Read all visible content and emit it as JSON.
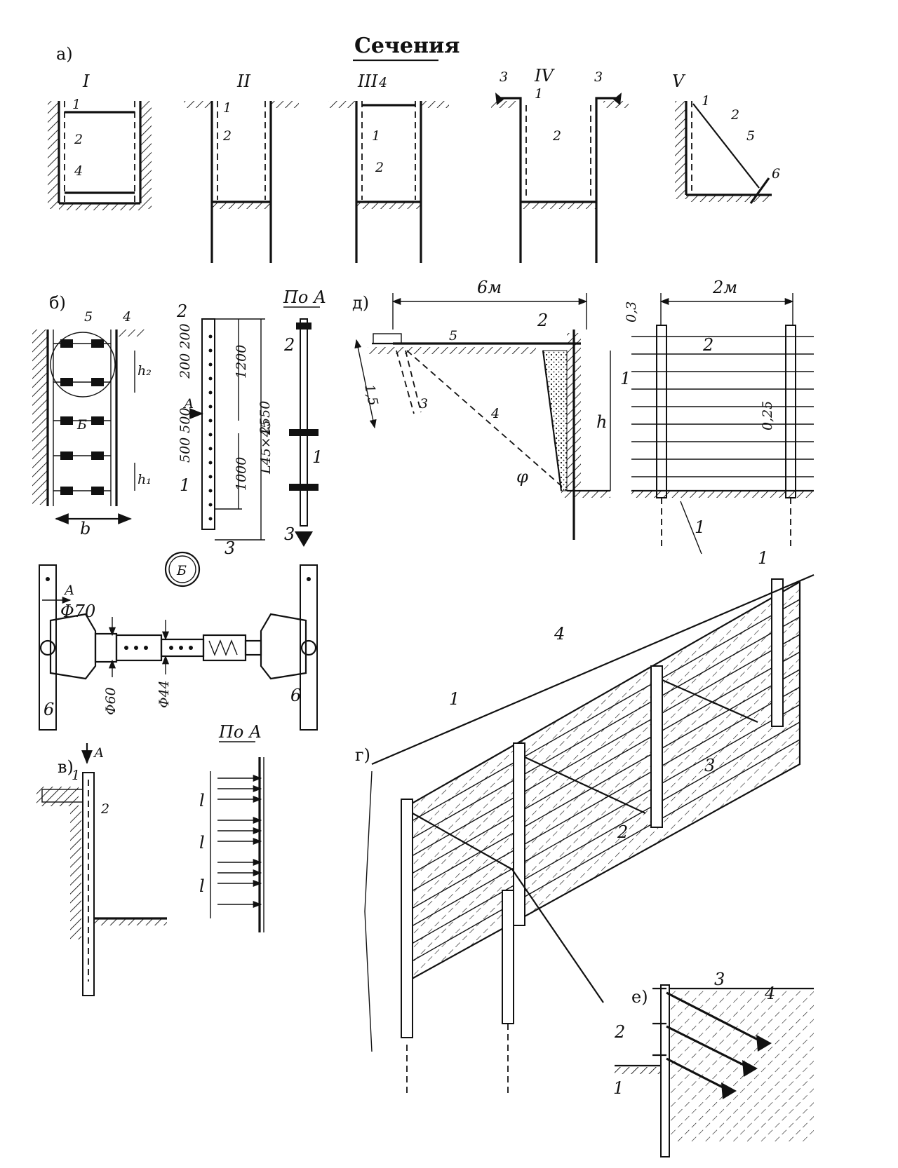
{
  "title": "Сечения",
  "panels": {
    "a": {
      "letter": "а)",
      "sections": [
        "I",
        "II",
        "III",
        "IV",
        "V"
      ]
    },
    "b": {
      "letter": "б)",
      "view_label": "По А",
      "arrow_label": "А",
      "detail_label": "Б"
    },
    "v": {
      "letter": "в)",
      "view_label": "По А",
      "arrow_label": "А"
    },
    "g": {
      "letter": "г)"
    },
    "d": {
      "letter": "д)"
    },
    "e": {
      "letter": "е)"
    }
  },
  "numbers": [
    "1",
    "2",
    "3",
    "4",
    "5",
    "6"
  ],
  "dimensions": {
    "d_width": "6м",
    "d_anchor": "1,5",
    "d_height": "h",
    "d_angle": "φ",
    "d2_width": "2м",
    "d2_top": "0,3",
    "d2_board": "0,25",
    "d2_embed": "1",
    "b_width": "b",
    "b_h1": "h₁",
    "b_h2": "h₂",
    "b_200": "200 200",
    "b_500": "500 500",
    "b_1200": "1200",
    "b_2550": "2550",
    "b_1000": "1000",
    "b_angle": "L45×45",
    "detail_phi70": "Φ70",
    "detail_phi60": "Φ60",
    "detail_phi44": "Φ44",
    "v_l": "l"
  }
}
